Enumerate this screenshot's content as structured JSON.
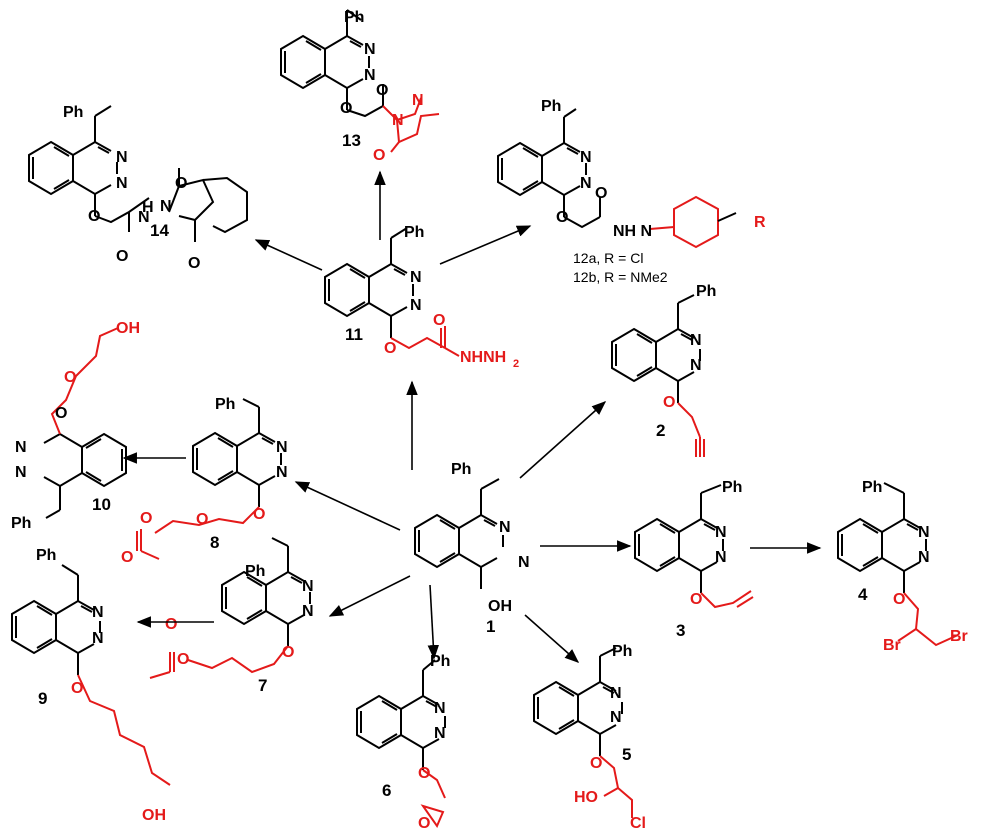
{
  "atoms": {
    "ph": "Ph",
    "n": "N",
    "o": "O",
    "oh": "OH",
    "ho": "HO",
    "h": "H",
    "nhnh2": "NHNH",
    "two": "2",
    "nhn": "NH N",
    "cl": "Cl",
    "br": "Br",
    "r": "R"
  },
  "compounds": {
    "c1": "1",
    "c2": "2",
    "c3": "3",
    "c4": "4",
    "c5": "5",
    "c6": "6",
    "c7": "7",
    "c8": "8",
    "c9": "9",
    "c10": "10",
    "c11": "11",
    "c13": "13",
    "c14": "14"
  },
  "notes": {
    "n12a": "12a, R = Cl",
    "n12b": "12b, R = NMe2"
  },
  "colors": {
    "black": "#000000",
    "red": "#e41a1a"
  }
}
